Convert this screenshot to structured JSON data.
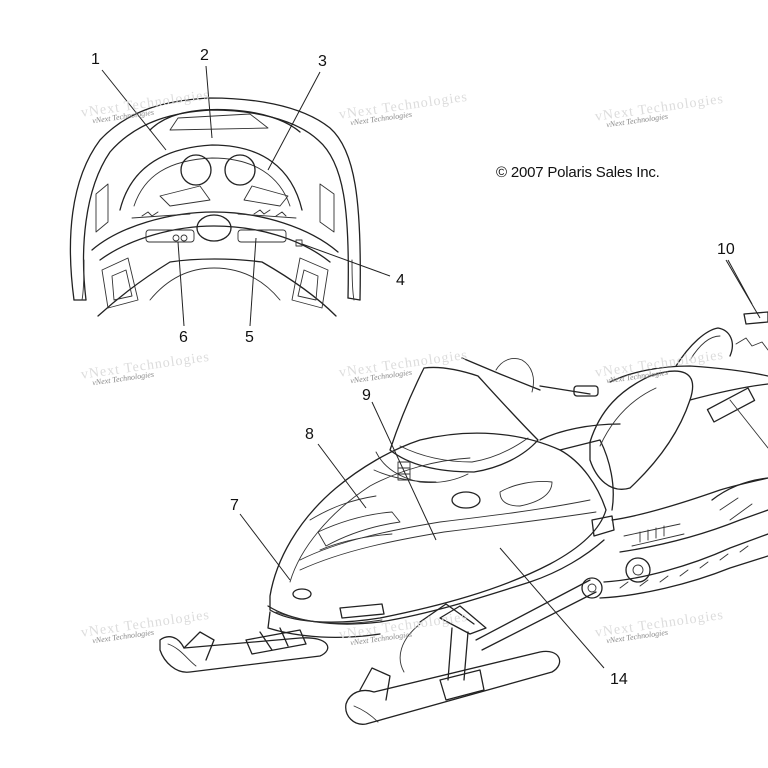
{
  "copyright": "© 2007 Polaris Sales Inc.",
  "watermark": "vNext Technologies",
  "callouts": [
    "1",
    "2",
    "3",
    "4",
    "5",
    "6",
    "7",
    "8",
    "9",
    "10",
    "14"
  ],
  "colors": {
    "line": "#222222",
    "watermark": "#8a8a8a",
    "background": "#ffffff"
  }
}
